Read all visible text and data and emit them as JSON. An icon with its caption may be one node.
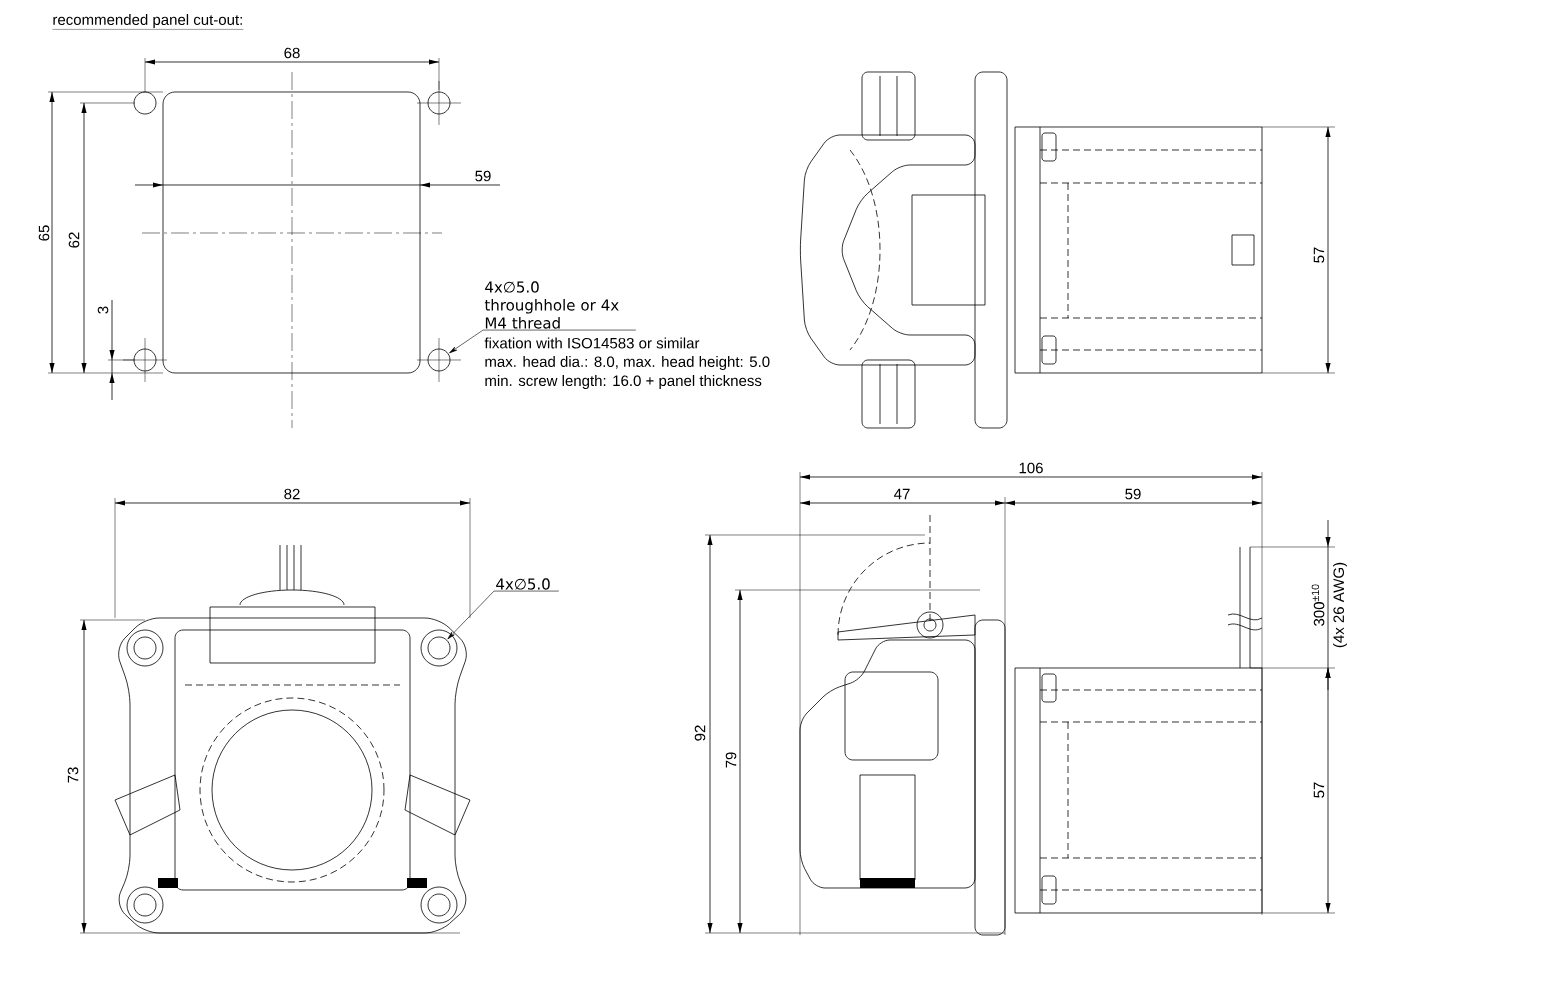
{
  "diagram": {
    "title": "recommended panel cut-out:",
    "nodes": [
      {
        "text": [
          "4x∅5.0 throughhole or 4x M4 thread"
        ]
      },
      {
        "text": [],
        "shape": "circle"
      },
      {
        "text": [
          "4x∅5.0"
        ]
      },
      {
        "text": [],
        "shape": "circle"
      }
    ],
    "edges": [
      {
        "from": 0,
        "to": 1,
        "arrow": "to"
      },
      {
        "from": 2,
        "to": 3,
        "arrow": "to"
      }
    ],
    "labels": [
      "68",
      "59",
      "65",
      "62",
      "3",
      "fixation with ISO14583 or similar",
      "max. head dia.: 8.0, max. head height: 5.0",
      "min. screw length: 16.0 + panel thickness",
      "57",
      "106",
      "82",
      "47",
      "59",
      "300$^{±10}$",
      "(4x 26 AWG)",
      "73",
      "92",
      "79",
      "57"
    ]
  }
}
